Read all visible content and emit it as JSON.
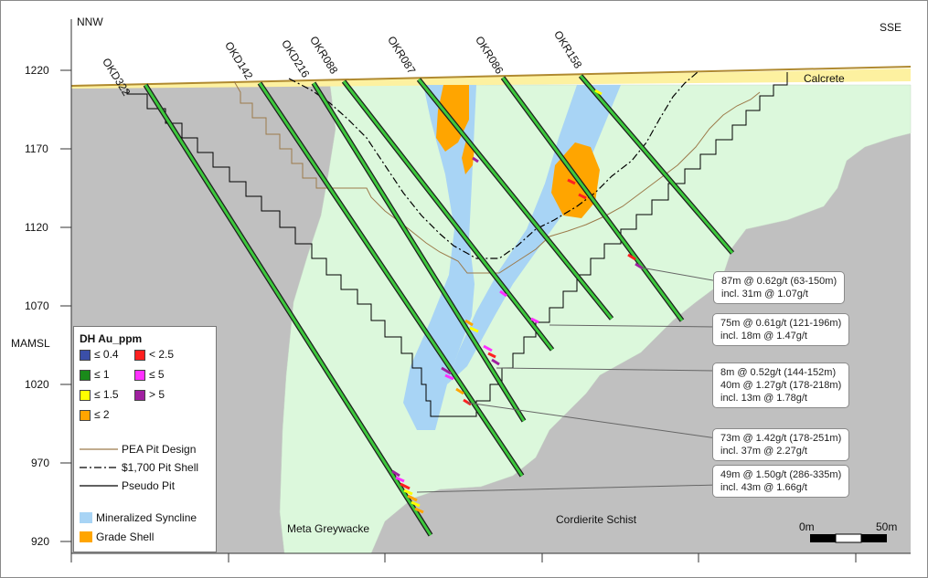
{
  "directions": {
    "left": "NNW",
    "right": "SSE"
  },
  "y_axis": {
    "label": "MAMSL",
    "ticks": [
      "1220",
      "1170",
      "1120",
      "1070",
      "1020",
      "970",
      "920"
    ]
  },
  "holes": [
    "OKD322",
    "OKD142",
    "OKD216",
    "OKR088",
    "OKR087",
    "OKR086",
    "OKR158"
  ],
  "units": {
    "calcrete": "Calcrete",
    "meta_greywacke": "Meta Greywacke",
    "cordierite_schist": "Cordierite Schist"
  },
  "callouts": [
    [
      "87m @ 0.62g/t (63-150m)",
      "incl. 31m @ 1.07g/t"
    ],
    [
      "75m @ 0.61g/t (121-196m)",
      "incl. 18m @ 1.47g/t"
    ],
    [
      "8m @ 0.52g/t (144-152m)",
      "40m @ 1.27g/t (178-218m)",
      "incl. 13m @ 1.78g/t"
    ],
    [
      "73m @ 1.42g/t (178-251m)",
      "incl. 37m @ 2.27g/t"
    ],
    [
      "49m @ 1.50g/t (286-335m)",
      "incl. 43m @ 1.66g/t"
    ]
  ],
  "legend": {
    "title": "DH Au_ppm",
    "grades": [
      {
        "label": "≤ 0.4",
        "color": "#3b4fa8"
      },
      {
        "label": "< 2.5",
        "color": "#ff2020"
      },
      {
        "label": "≤ 1",
        "color": "#1a8a1a"
      },
      {
        "label": "≤ 5",
        "color": "#ff30ff"
      },
      {
        "label": "≤ 1.5",
        "color": "#ffff00"
      },
      {
        "label": "> 5",
        "color": "#a020a0"
      },
      {
        "label": "≤ 2",
        "color": "#ffa500"
      }
    ],
    "lines": [
      {
        "label": "PEA Pit Design",
        "color": "#9c7a4a",
        "style": "solid"
      },
      {
        "label": "$1,700 Pit Shell",
        "color": "#000000",
        "style": "dashdot"
      },
      {
        "label": "Pseudo Pit",
        "color": "#000000",
        "style": "solid"
      }
    ],
    "fills": [
      {
        "label": "Mineralized Syncline",
        "color": "#a8d4f5"
      },
      {
        "label": "Grade Shell",
        "color": "#ffa500"
      }
    ]
  },
  "scale_bar": {
    "start": "0m",
    "end": "50m"
  },
  "colors": {
    "greywacke_grey": "#c0c0c0",
    "light_green": "#dcf8dc",
    "calcrete_yellow": "#fdf1a0",
    "hole_green": "#3cc83c",
    "syncline_blue": "#a8d4f5",
    "shell_orange": "#ffa500"
  }
}
